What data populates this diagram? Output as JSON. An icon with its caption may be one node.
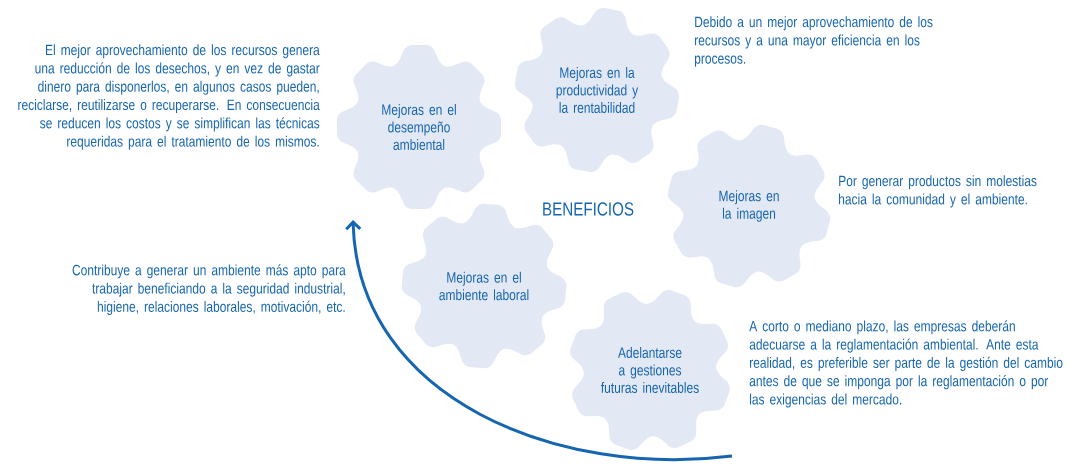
{
  "diagram": {
    "nodes": [
      {
        "text": [
          "Mejoras en el desempeño ambiental"
        ],
        "beside": [
          "El mejor aprovechamiento de los recursos genera una reducción de los desechos, y en vez de gastar dinero para disponerlos, en algunos casos pueden, reciclarse, reutilizarse o recuperarse. En consecuencia se reducen los costos y se simplifican las técnicas requeridas para el tratamiento de los mismos."
        ]
      },
      {
        "text": [
          "Mejoras en la productividad y la rentabilidad"
        ],
        "beside": [
          "Debido a un mejor aprovechamiento de los recursos y a una mayor eficiencia en los procesos."
        ]
      },
      {
        "text": [
          "Mejoras en la imagen"
        ],
        "beside": [
          "Por generar productos sin molestias hacia la comunidad y el ambiente."
        ]
      },
      {
        "text": [
          "Mejoras en el ambiente laboral"
        ],
        "beside": [
          "Contribuye a generar un ambiente más apto para trabajar beneficiando a la seguridad industrial, higiene, relaciones laborales, motivación, etc."
        ]
      },
      {
        "text": [
          "Adelantarse a gestiones futuras inevitables"
        ],
        "beside": [
          "A corto o mediano plazo, las empresas deberán adecuarse a la reglamentación ambiental. Ante esta realidad, es preferible ser parte de la gestión del cambio antes de que se imponga por la reglamentación o por las exigencias del mercado."
        ]
      }
    ],
    "labels": [
      "BENEFICIOS"
    ]
  }
}
